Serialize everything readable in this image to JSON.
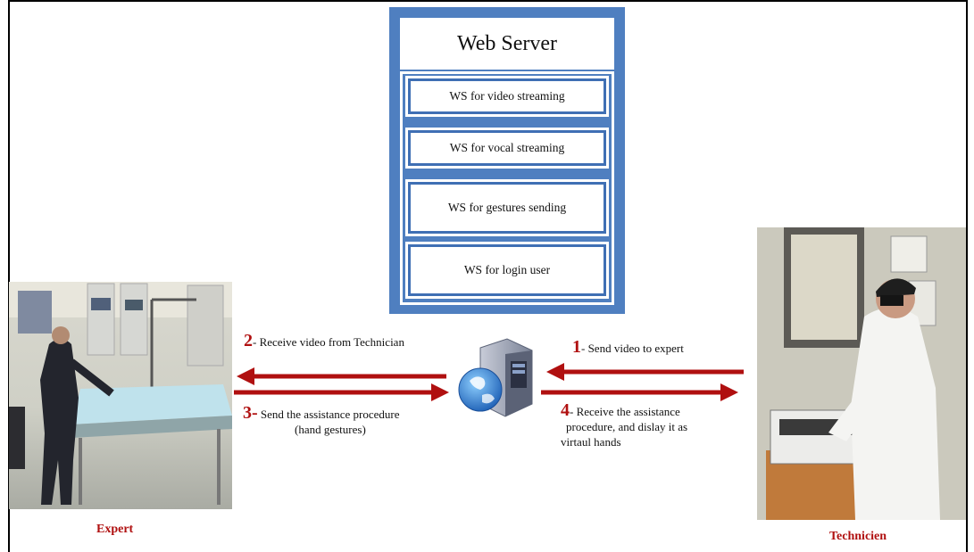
{
  "web_server": {
    "title": "Web Server",
    "services": [
      "WS for video streaming",
      "WS for vocal streaming",
      "WS for gestures sending",
      "WS for login user"
    ]
  },
  "expert": {
    "label": "Expert"
  },
  "technician": {
    "label": "Technicien"
  },
  "steps": {
    "s1": {
      "num": "1",
      "text": "- Send video to expert"
    },
    "s2": {
      "num": "2",
      "text": "- Receive video from Technician"
    },
    "s3": {
      "num": "3-",
      "text": " Send the assistance procedure",
      "text2": "(hand gestures)"
    },
    "s4": {
      "num": "4",
      "text": "- Receive the assistance",
      "text2": "procedure, and dislay it as",
      "text3": "virtaul hands"
    }
  },
  "colors": {
    "server_blue": "#4f7fc0",
    "arrow_red": "#b01010",
    "label_red": "#b01010"
  },
  "icons": {
    "server": "globe-server-icon"
  }
}
